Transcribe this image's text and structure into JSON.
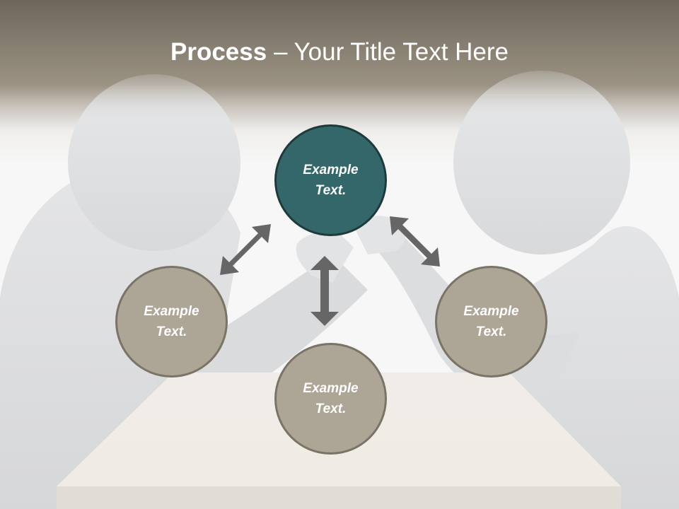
{
  "slide": {
    "title_bold": "Process",
    "title_rest": " – Your Title Text Here"
  },
  "nodes": [
    {
      "id": "top",
      "line1": "Example",
      "line2": "Text.",
      "style": "accent"
    },
    {
      "id": "left",
      "line1": "Example",
      "line2": "Text.",
      "style": "neutral"
    },
    {
      "id": "right",
      "line1": "Example",
      "line2": "Text.",
      "style": "neutral"
    },
    {
      "id": "bottom",
      "line1": "Example",
      "line2": "Text.",
      "style": "neutral"
    }
  ],
  "colors": {
    "accent_fill": "#33676a",
    "neutral_fill": "#ada596",
    "arrow": "#666666",
    "header": "#8a8274"
  },
  "icons": {
    "arrows": [
      "double-arrow-diagonal-left",
      "double-arrow-vertical",
      "double-arrow-diagonal-right"
    ],
    "illustration": "two-figures-arm-wrestling"
  }
}
